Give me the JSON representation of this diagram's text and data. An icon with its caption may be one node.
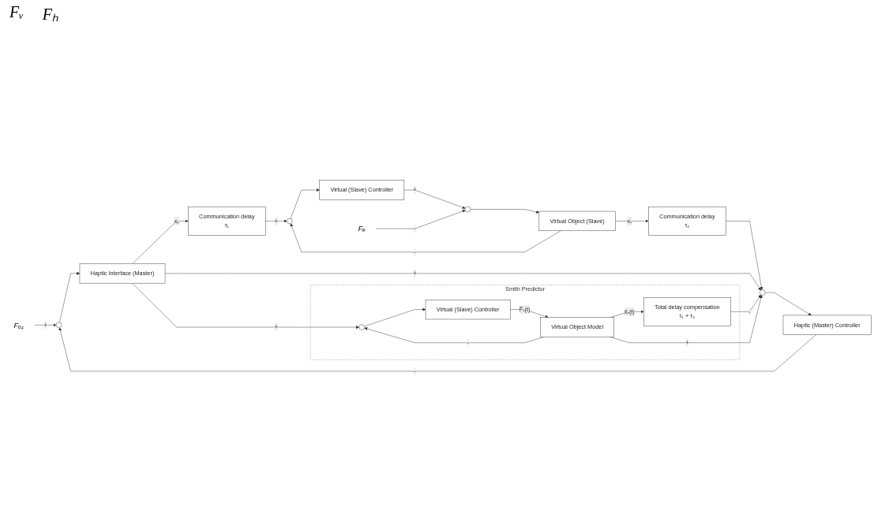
{
  "diagram": {
    "nodes": [
      {
        "text": [
          "Fₒₚ"
        ]
      },
      {
        "text": [],
        "shape": "circle"
      },
      {
        "text": [
          "Haptic Interface (Master)"
        ]
      },
      {
        "text": [
          "Communication delay",
          "τ₁"
        ]
      },
      {
        "text": [],
        "shape": "circle"
      },
      {
        "text": [
          "Virtual (Slave) Controller"
        ]
      },
      {
        "text": [],
        "shape": "circle"
      },
      {
        "text": [
          "Fₑ"
        ]
      },
      {
        "text": [
          "Smith Predictor"
        ]
      },
      {
        "text": [],
        "shape": "circle",
        "in": 8
      },
      {
        "text": [
          "Virtual (Slave) Controller"
        ],
        "in": 8
      },
      {
        "text": [
          "Virtual Object Model"
        ],
        "in": 8
      },
      {
        "text": [
          "Total delay compensation",
          "τ₁ + τ₂"
        ],
        "in": 8
      },
      {
        "text": [
          "Virtual Object (Slave)"
        ]
      },
      {
        "text": [
          "Communication delay",
          "τ₂"
        ]
      },
      {
        "text": [],
        "shape": "circle"
      },
      {
        "text": [
          "Haptic (Master) Controller"
        ]
      }
    ],
    "edges": [
      {
        "from": 0,
        "to": 1,
        "arrow": "to",
        "label": "+"
      },
      {
        "from": 1,
        "to": 2,
        "arrow": "to"
      },
      {
        "from": 2,
        "to": 3,
        "arrow": "to",
        "label": "xₕ"
      },
      {
        "from": 3,
        "to": 4,
        "arrow": "to",
        "label": "+"
      },
      {
        "from": 4,
        "to": 5,
        "arrow": "to"
      },
      {
        "from": 5,
        "to": 6,
        "arrow": "to",
        "label": "+"
      },
      {
        "from": 7,
        "to": 6,
        "arrow": "to",
        "label": "-"
      },
      {
        "from": 6,
        "to": 13,
        "arrow": "to"
      },
      {
        "from": 13,
        "to": 14,
        "arrow": "to",
        "label": "xᵥ"
      },
      {
        "from": 13,
        "to": 4,
        "arrow": "to",
        "label": "-"
      },
      {
        "from": 14,
        "to": 15,
        "arrow": "to",
        "label": "-"
      },
      {
        "from": 15,
        "to": 16,
        "arrow": "to"
      },
      {
        "from": 16,
        "to": 1,
        "arrow": "to",
        "label": "-"
      },
      {
        "from": 2,
        "to": 9,
        "arrow": "to",
        "label": "+"
      },
      {
        "from": 9,
        "to": 10,
        "arrow": "to"
      },
      {
        "from": 10,
        "to": 11,
        "arrow": "to",
        "label": "F̂ᵥ(t)"
      },
      {
        "from": 11,
        "to": 12,
        "arrow": "to",
        "label": "x̂ᵥ(t)"
      },
      {
        "from": 11,
        "to": 9,
        "arrow": "to",
        "label": "-"
      },
      {
        "from": 2,
        "to": 15,
        "arrow": "to",
        "label": "+"
      },
      {
        "from": 12,
        "to": 15,
        "arrow": "to",
        "label": "-"
      },
      {
        "from": 11,
        "to": 15,
        "arrow": "to",
        "label": "+"
      }
    ],
    "labels": [
      "Fᵥ",
      "Fₕ"
    ]
  }
}
